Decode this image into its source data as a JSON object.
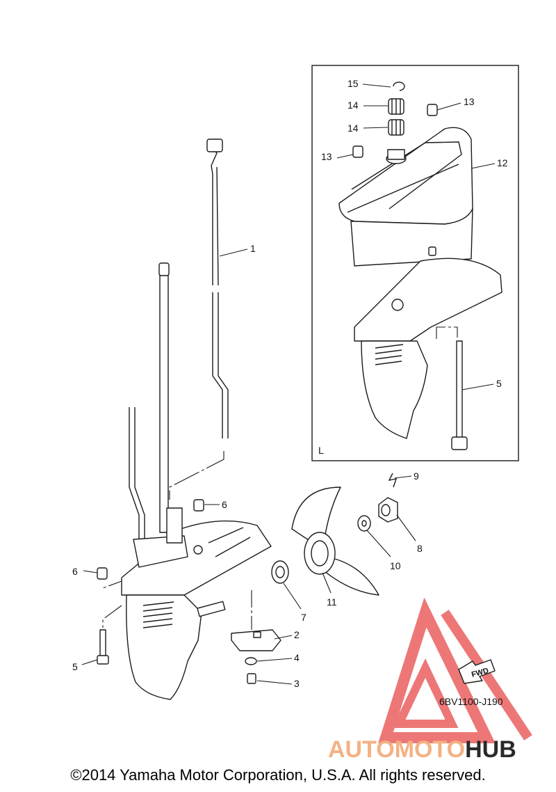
{
  "callouts": {
    "c1": "1",
    "c2": "2",
    "c3": "3",
    "c4": "4",
    "c5a": "5",
    "c5b": "5",
    "c6a": "6",
    "c6b": "6",
    "c7": "7",
    "c8": "8",
    "c9": "9",
    "c10": "10",
    "c11": "11",
    "c12": "12",
    "c13a": "13",
    "c13b": "13",
    "c14a": "14",
    "c14b": "14",
    "c15": "15"
  },
  "inset_label": "L",
  "fwd_label": "FWD",
  "diagram_code": "6BV1100-J190",
  "watermark": {
    "part1": "AUTO",
    "part2": "MOTO",
    "part3": "HUB",
    "color_primary": "#f4b183",
    "color_secondary": "#e84a4a",
    "color_dark": "#2a2a2a"
  },
  "copyright": "©2014 Yamaha Motor Corporation, U.S.A. All rights reserved."
}
